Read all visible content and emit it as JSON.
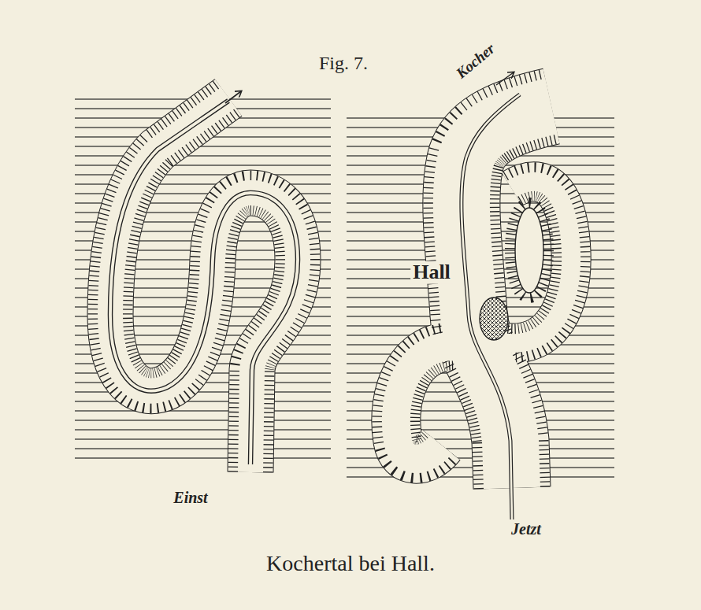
{
  "diagram": {
    "title": "Fig. 7.",
    "caption": "Kochertal bei Hall.",
    "labels": [
      "Kocher",
      "Hall",
      "Einst",
      "Jetzt"
    ]
  }
}
